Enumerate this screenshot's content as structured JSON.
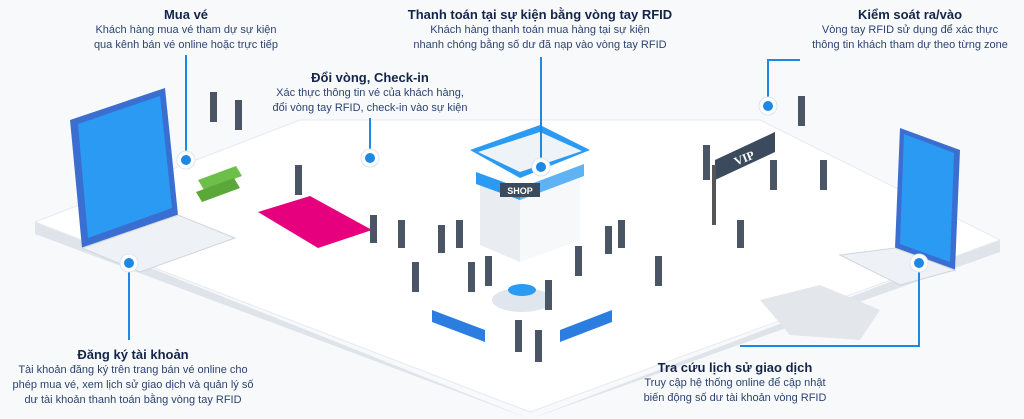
{
  "colors": {
    "accent": "#1e88e5",
    "title": "#14254a",
    "text": "#2d4470",
    "carpet": "#e6007e",
    "ticket": "#6cc04a"
  },
  "steps": {
    "buy": {
      "title": "Mua vé",
      "lines": [
        "Khách hàng mua vé tham dự sự kiện",
        "qua kênh bán vé online hoặc trực tiếp"
      ]
    },
    "checkin": {
      "title": "Đổi vòng, Check-in",
      "lines": [
        "Xác thực thông tin vé của khách hàng,",
        "đổi vòng tay RFID, check-in vào sự kiện"
      ]
    },
    "payment": {
      "title": "Thanh toán tại sự kiện bằng vòng tay RFID",
      "lines": [
        "Khách hàng thanh toán mua hàng tại sự kiện",
        "nhanh chóng bằng số dư đã nạp vào vòng tay RFID"
      ]
    },
    "access": {
      "title": "Kiểm soát ra/vào",
      "lines": [
        "Vòng tay RFID sử dụng để xác thực",
        "thông tin khách tham dự theo từng zone"
      ]
    },
    "register": {
      "title": "Đăng ký tài khoản",
      "lines": [
        "Tài khoản đăng ký trên trang bán vé online cho",
        "phép mua vé, xem lịch sử giao dịch và quản lý số",
        "dư tài khoản thanh toán bằng vòng tay RFID"
      ]
    },
    "history": {
      "title": "Tra cứu lịch sử giao dịch",
      "lines": [
        "Truy cập hệ thống online để cập nhật",
        "biến động số dư tài khoản vòng RFID"
      ]
    }
  },
  "scene": {
    "shop_sign": "SHOP",
    "vip_sign": "VIP"
  }
}
